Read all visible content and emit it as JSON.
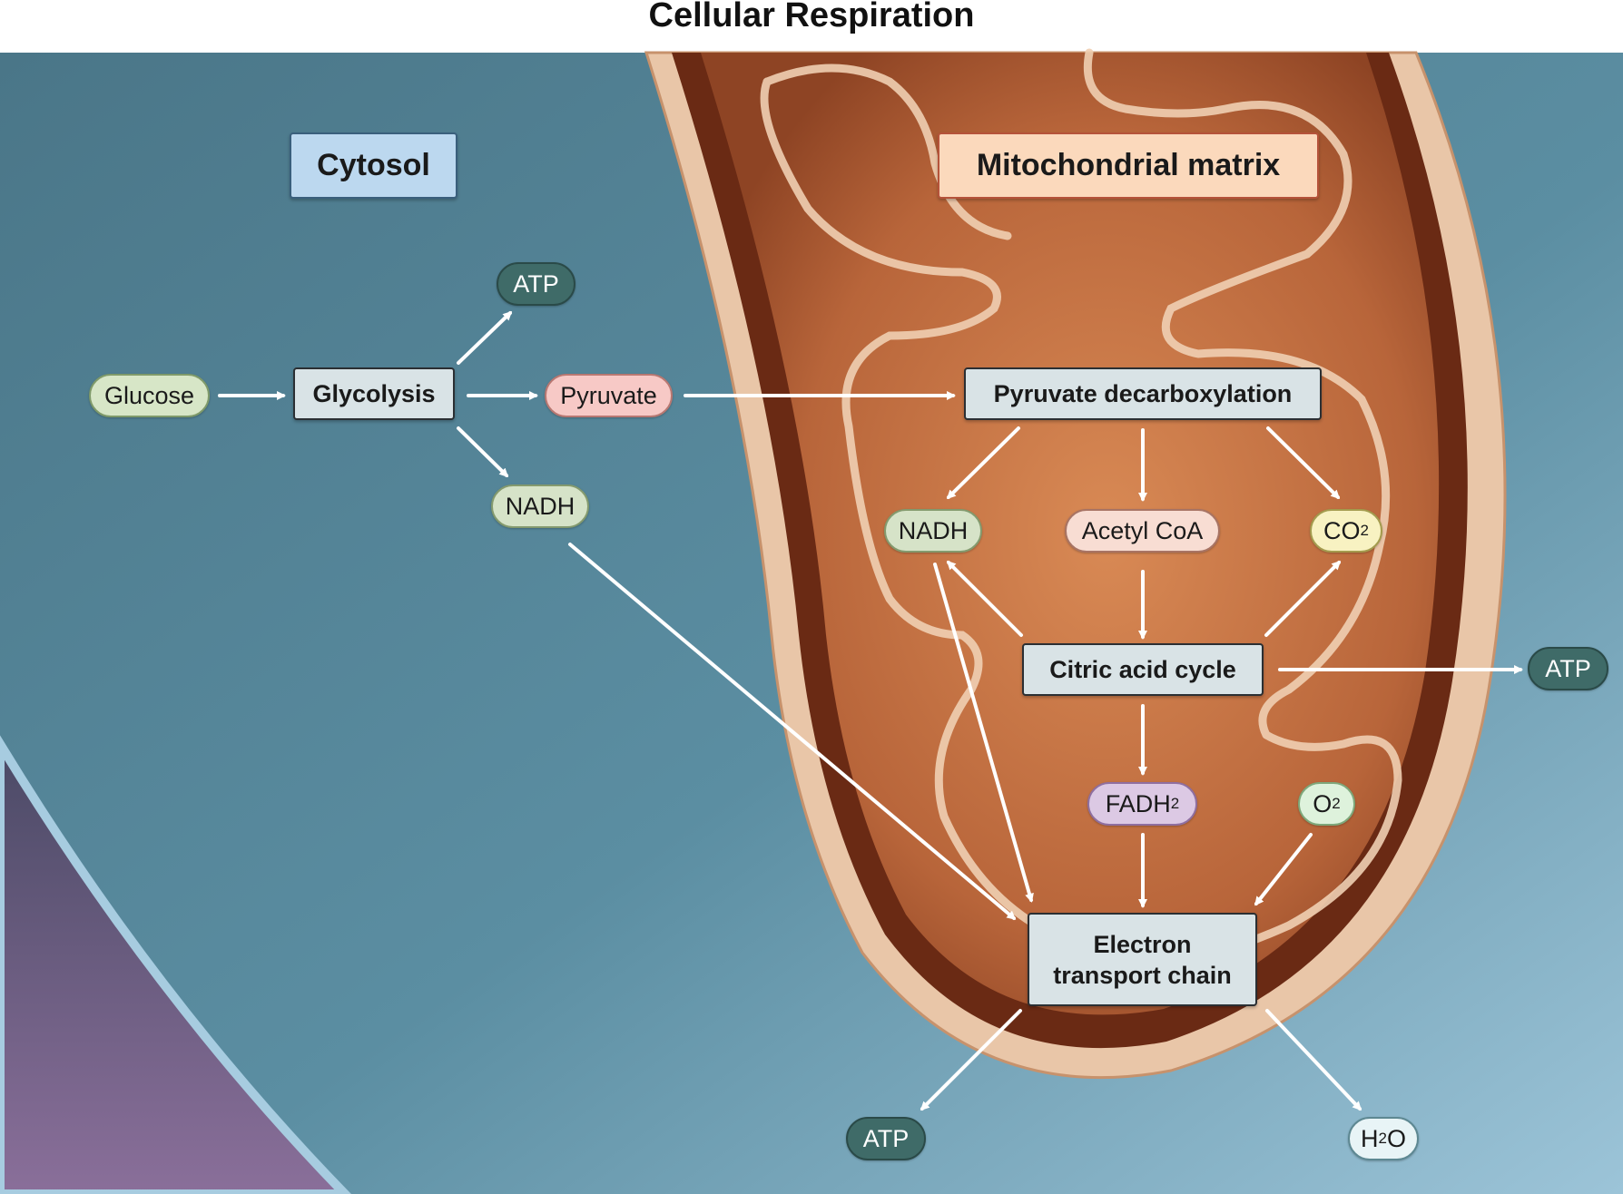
{
  "title": "Cellular Respiration",
  "regions": {
    "cytosol": "Cytosol",
    "matrix": "Mitochondrial matrix"
  },
  "processes": {
    "glycolysis": "Glycolysis",
    "pyruvate_decarboxylation": "Pyruvate decarboxylation",
    "citric_acid_cycle": "Citric acid cycle",
    "electron_transport_chain": [
      "Electron",
      "transport chain"
    ]
  },
  "molecules": {
    "glucose": "Glucose",
    "pyruvate": "Pyruvate",
    "atp": "ATP",
    "nadh": "NADH",
    "acetyl_coa": "Acetyl CoA",
    "co2": {
      "base": "CO",
      "sub": "2"
    },
    "fadh2": {
      "base": "FADH",
      "sub": "2"
    },
    "o2": {
      "base": "O",
      "sub": "2"
    },
    "h2o": {
      "pre": "H",
      "sub": "2",
      "post": "O"
    }
  },
  "colors": {
    "cytosol_background": "#4a7688",
    "mitochondrion_membrane": "#e9c6a8",
    "mitochondrion_interior": "#b8653a",
    "arrow": "#ffffff",
    "process_box": "#d9e3e6",
    "atp_pill": "#3f6b68"
  }
}
